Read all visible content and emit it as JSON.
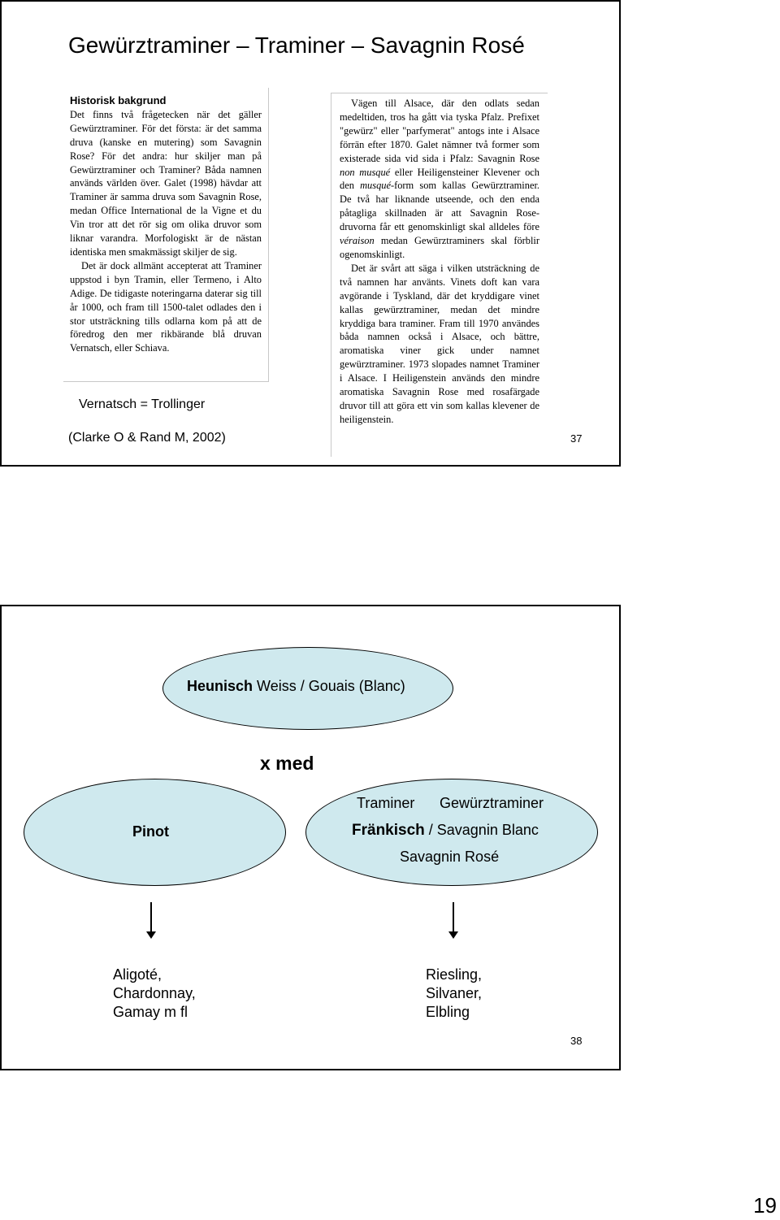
{
  "slide1": {
    "title": "Gewürztraminer – Traminer – Savagnin Rosé",
    "left_heading": "Historisk bakgrund",
    "left_p1": "Det finns två frågetecken när det gäller Gewürztraminer. För det första: är det samma druva (kanske en mutering) som Savagnin Rose? För det andra: hur skiljer man på Gewürztraminer och Traminer? Båda namnen används världen över. Galet (1998) hävdar att Traminer är samma druva som Savagnin Rose, medan Office International de la Vigne et du Vin tror att det rör sig om olika druvor som liknar varandra. Morfologiskt är de nästan identiska men smakmässigt skiljer de sig.",
    "left_p2": "Det är dock allmänt accepterat att Traminer uppstod i byn Tramin, eller Termeno, i Alto Adige. De tidigaste noteringarna daterar sig till år 1000, och fram till 1500-talet odlades den i stor utsträckning tills odlarna kom på att de föredrog den mer rikbärande blå druvan Vernatsch, eller Schiava.",
    "right_p1a": "Vägen till Alsace, där den odlats sedan medeltiden, tros ha gått via tyska Pfalz. Prefixet \"gewürz\" eller \"parfymerat\" antogs inte i Alsace förrän efter 1870. Galet nämner två former som existerade sida vid sida i Pfalz: Savagnin Rose ",
    "right_p1_i1": "non musqué",
    "right_p1b": " eller Heiligensteiner Klevener och den ",
    "right_p1_i2": "musqué",
    "right_p1c": "-form som kallas Gewürztraminer. De två har liknande utseende, och den enda påtagliga skillnaden är att Savagnin Rose-druvorna får ett genomskinligt skal alldeles före ",
    "right_p1_i3": "véraison",
    "right_p1d": " medan Gewürztraminers skal förblir ogenomskinligt.",
    "right_p2": "Det är svårt att säga i vilken utsträckning de två namnen har använts. Vinets doft kan vara avgörande i Tyskland, där det kryddigare vinet kallas gewürztraminer, medan det mindre kryddiga bara traminer. Fram till 1970 användes båda namnen också i Alsace, och bättre, aromatiska viner gick under namnet gewürztraminer. 1973 slopades namnet Traminer i Alsace. I Heiligenstein används den mindre aromatiska Savagnin Rose med rosafärgade druvor till att göra ett vin som kallas klevener de heiligenstein.",
    "note1": "Vernatsch = Trollinger",
    "note2": "(Clarke O & Rand M, 2002)",
    "slide_number": "37"
  },
  "slide2": {
    "top_bold": "Heunisch",
    "top_rest": " Weiss / Gouais (Blanc)",
    "cross": "x med",
    "left_label": "Pinot",
    "right_line1a": "Traminer",
    "right_line1b": "Gewürztraminer",
    "right_line2_bold": "Fränkisch",
    "right_line2_rest": " / Savagnin Blanc",
    "right_line3": "Savagnin Rosé",
    "left_list": [
      "Aligoté,",
      "Chardonnay,",
      "Gamay m fl"
    ],
    "right_list": [
      "Riesling,",
      "Silvaner,",
      "Elbling"
    ],
    "slide_number": "38"
  },
  "page_number": "19",
  "colors": {
    "ellipse_fill": "#cfe9ee",
    "border": "#000000"
  }
}
